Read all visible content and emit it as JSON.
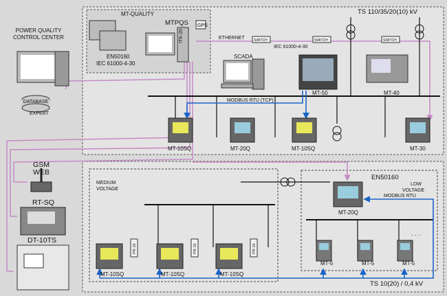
{
  "pqcc": {
    "line1": "POWER QUALITY",
    "line2": "CONTROL CENTER",
    "database": "DATABASE",
    "expert": "EXPERT"
  },
  "mtpqs": {
    "quality": "MT-QUALITY",
    "title": "MTPQS",
    "en": "EN50160",
    "iec": "IEC 61000-4-30",
    "itk": "ITK-20",
    "gps": "GPS"
  },
  "network": {
    "ethernet": "ETHERNET",
    "switch": "SWITCH",
    "iec": "IEC 61000-4-30",
    "modbus_tcp": "MODBUS RTU (TCP)",
    "scada": "SCADA"
  },
  "ts_top": "TS 110/35/20(10) kV",
  "devices": {
    "mt50": "MT-50",
    "mt40": "MT-40",
    "mt10sq": "MT-10SQ",
    "mt20q": "MT-20Q",
    "mt30": "MT-30",
    "mt5": "MT-5"
  },
  "gsm": {
    "line1": "GSM",
    "line2": "WEB"
  },
  "rtsq": "RT-SQ",
  "dt10ts": "DT-10TS",
  "lower": {
    "mv1": "MEDIUM",
    "mv2": "VOLTAGE",
    "en": "EN50160",
    "lv1": "LOW",
    "lv2": "VOLTAGE",
    "modbus": "MODBUS RTU",
    "pr": "PR-10",
    "dots": ". . .",
    "ts_bottom": "TS 10(20) / 0,4 kV"
  },
  "colors": {
    "blue": "#1a64c8",
    "pink": "#c48ac8",
    "bus": "#111111",
    "frame": "#555555"
  }
}
